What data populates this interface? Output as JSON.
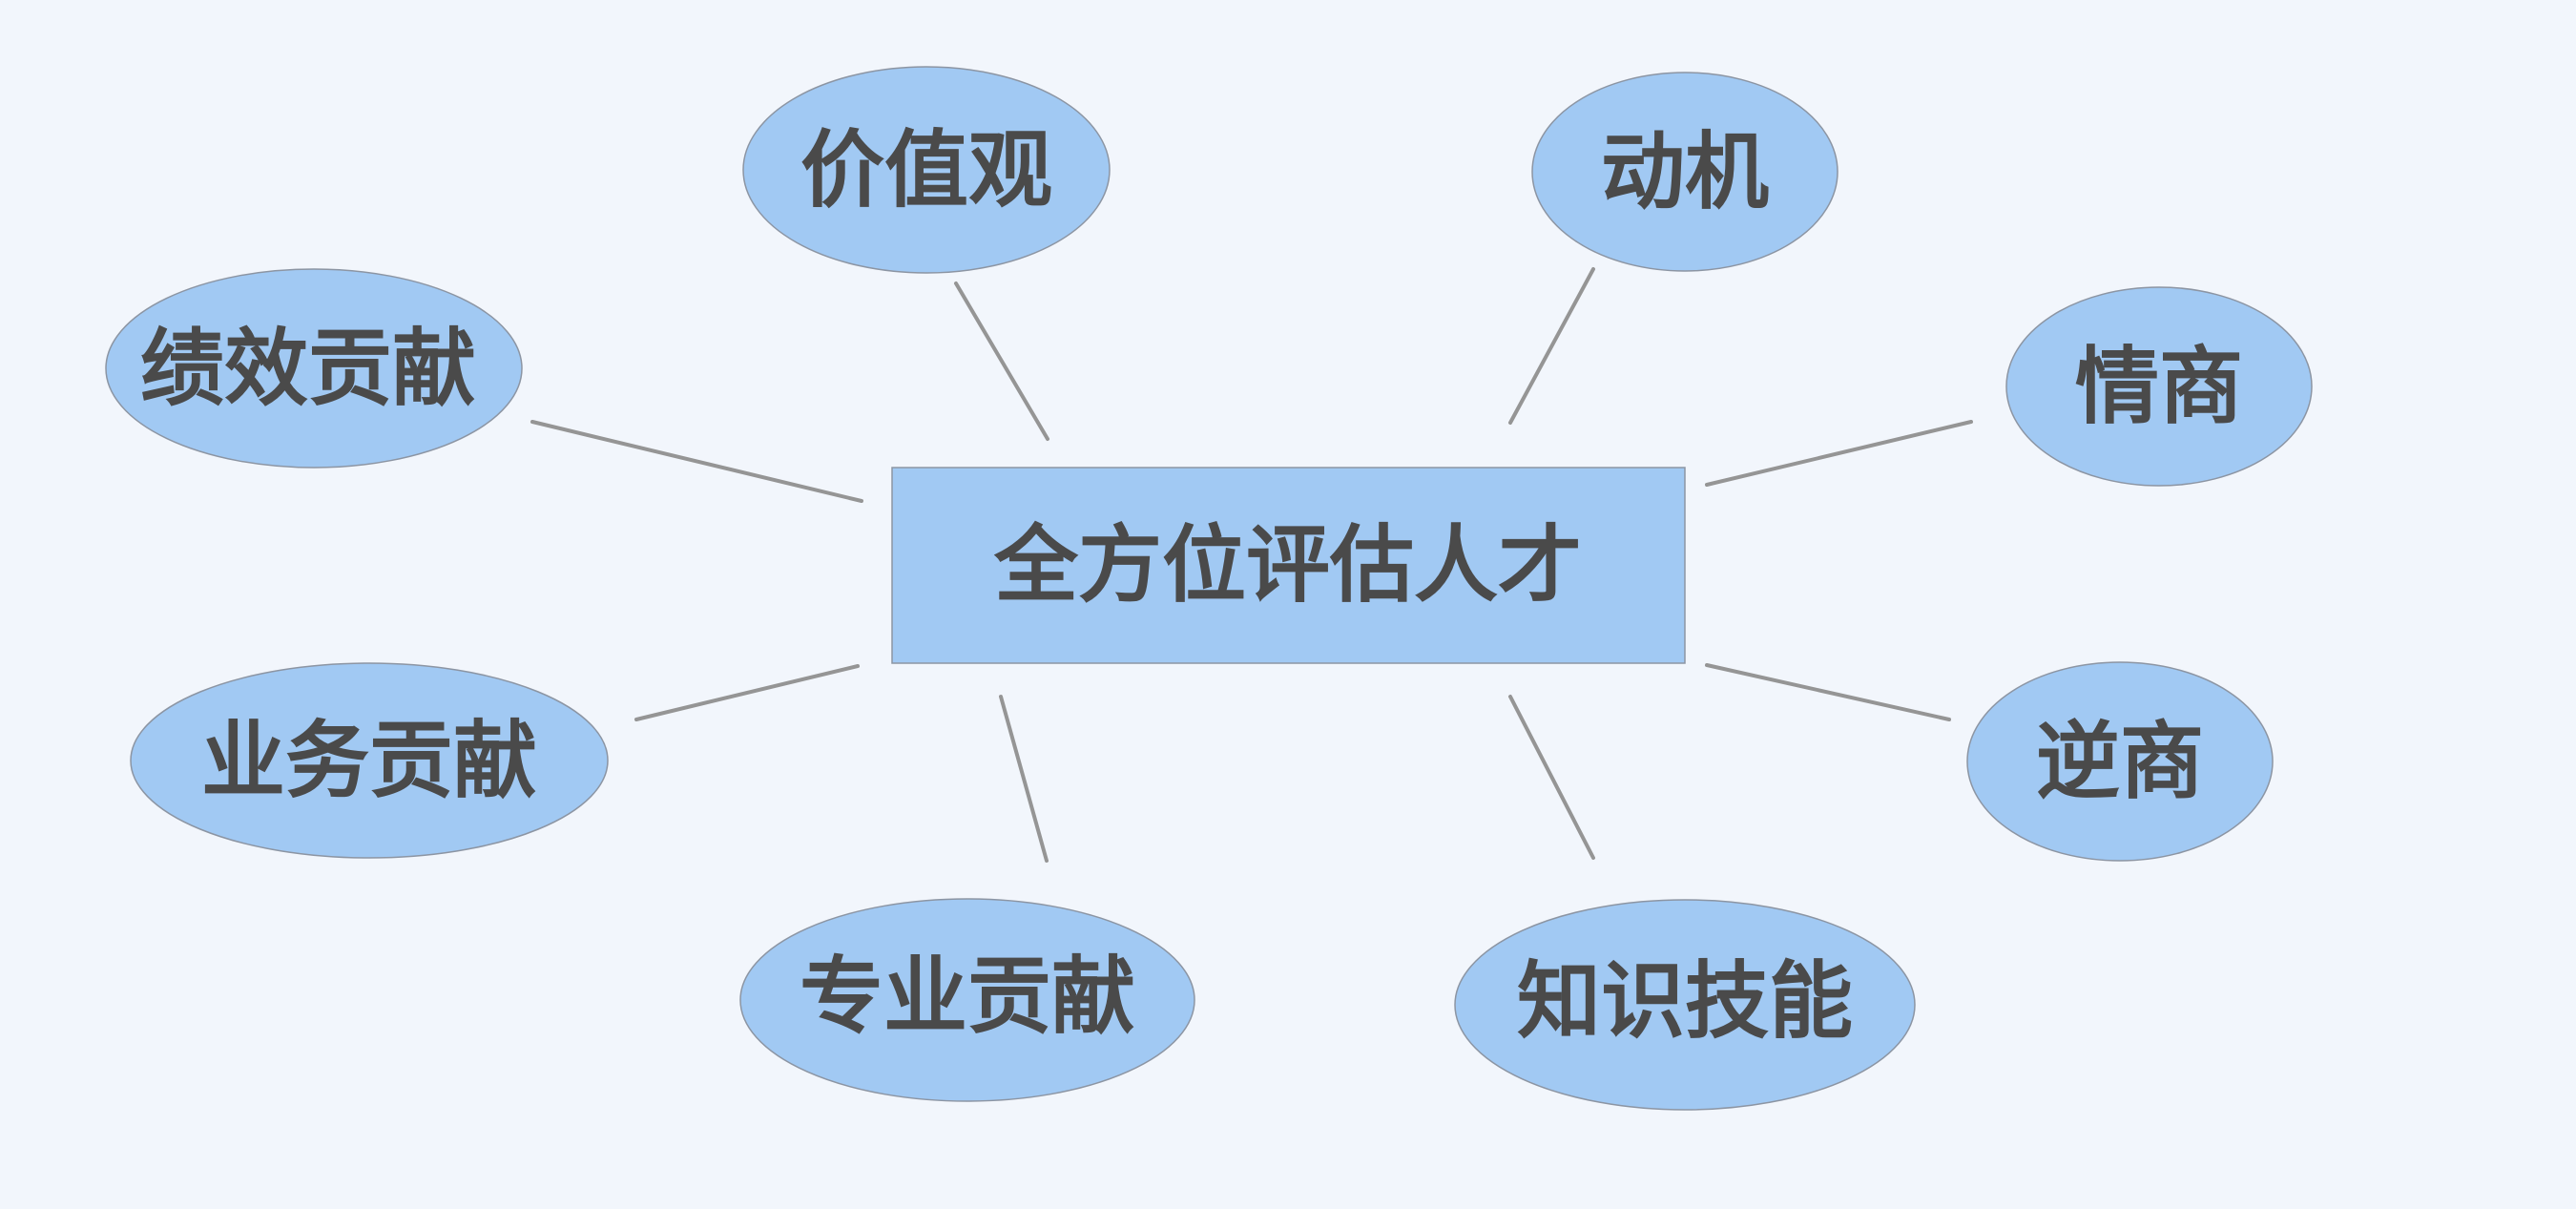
{
  "diagram": {
    "center": {
      "label": "全方位评估人才"
    },
    "nodes": [
      {
        "label": "价值观"
      },
      {
        "label": "动机"
      },
      {
        "label": "绩效贡献"
      },
      {
        "label": "情商"
      },
      {
        "label": "业务贡献"
      },
      {
        "label": "逆商"
      },
      {
        "label": "专业贡献"
      },
      {
        "label": "知识技能"
      }
    ]
  },
  "colors": {
    "background": "#f2f6fc",
    "node_fill": "#a1c9f3",
    "text": "#4a4a4a",
    "connector": "#959595"
  }
}
